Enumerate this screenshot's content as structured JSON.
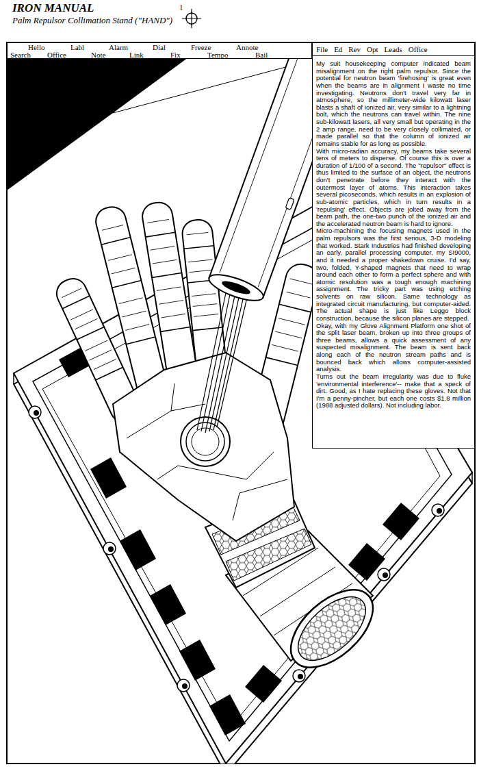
{
  "diagram": {
    "title": "IRON MANUAL",
    "nodes": [
      {
        "text": [
          "Hello",
          "Labl",
          "Alarm",
          "Dial",
          "Freeze",
          "Annote",
          "Search",
          "Office",
          "Note",
          "Link",
          "Fix",
          "Tempo",
          "Bail"
        ]
      },
      {
        "text": [
          "My suit housekeeping computer indicated beam misalignment on the right palm repulsor. Since the potential for neutron beam 'firehosing' is great even when the beams are in alignment I waste no time investigating. Neutrons don't travel very far in atmosphere, so the millimeter-wide kilowatt laser blasts a shaft of ionized air, very similar to a lightning bolt, which the neutrons can travel within. The nine sub-kilowatt lasers, all very small but operating in the 2 amp range, need to be very closely collimated, or made parallel so that the column of ionized air remains stable for as long as possible.",
          "With micro-radian accuracy, my beams take several tens of meters to disperse. Of course this is over a duration of 1/100 of a second. The \"repulsor\" effect is thus limited to the surface of an object, the neutrons don't penetrate before they interact with the outermost layer of atoms. This interaction takes several picoseconds, which results in an explosion of sub-atomic particles, which in turn results in a 'repulsing' effect. Objects are jolted away from the beam path, the one-two punch of the ionized air and the accelerated neutron beam is hard to ignore.",
          "Micro-machining the focusing magnets used in the palm repulsors was the first serious, 3-D modeling that worked. Stark Industries had finished developing an early, parallel processing computer, my SI9000, and it needed a proper shakedown cruise. I'd say, two, folded, Y-shaped magnets that need to wrap around each other to form a perfect sphere and with atomic resolution was a tough enough machining assignment. The tricky part was using etching solvents on raw silicon. Same technology as integrated circuit manufacturing, but computer-aided. The actual shape is just like Leggo block construction, because the silicon planes are stepped.",
          "Okay, with my Glove Alignment Platform one shot of the split laser beam, broken up into three groups of three beams, allows a quick assessment of any suspected misalignment. The beam is sent back along each of the neutron stream paths and is bounced back which allows computer-assisted analysis.",
          "Turns out the beam irregularity was due to fluke 'environmental interference'-- make that a speck of dirt. Good, as I hate replacing these gloves. Not that I'm a penny-pincher, but each one costs $1.8 million (1988 adjusted dollars). Not including labor."
        ]
      },
      {
        "text": [
          "File",
          "Ed",
          "Rev",
          "Opt",
          "Leads",
          "Office"
        ],
        "in": 1
      }
    ],
    "labels": [
      "Palm Repulsor Collimation Stand (\"HAND\")",
      "1"
    ]
  }
}
